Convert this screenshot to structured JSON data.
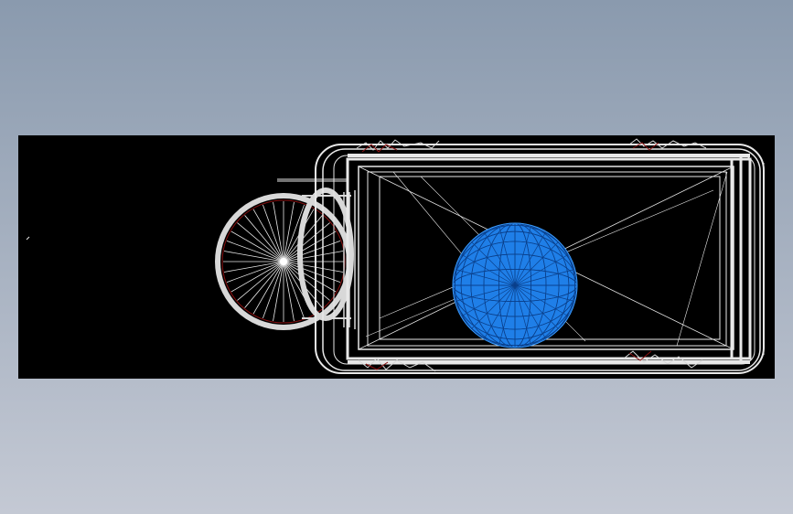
{
  "colors": {
    "background_top": "#8a9aae",
    "background_bottom": "#c4c9d4",
    "viewport": "#000000",
    "wireframe": "#e8e8e8",
    "sphere": "#1f7fe8",
    "accent_red": "#8a1010"
  },
  "viewport": {
    "view": "wireframe-3d-model",
    "objects": [
      "wheel",
      "rounded-box-frame",
      "sphere"
    ]
  }
}
